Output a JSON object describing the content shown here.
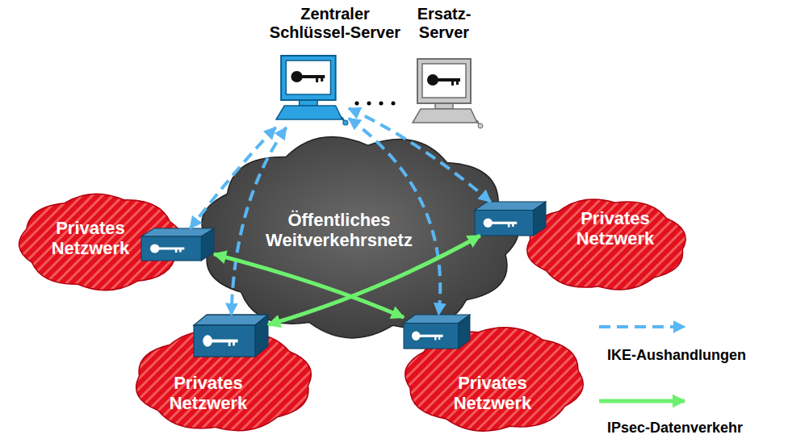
{
  "diagram": {
    "nodes": [
      {
        "text": [
          "Zentraler Schlüssel-Server"
        ]
      },
      {
        "text": [
          "Ersatz-Server"
        ]
      },
      {
        "text": [
          "Öffentliches Weitverkehrsnetz"
        ]
      },
      {
        "text": [
          "Privates Netzwerk"
        ]
      },
      {
        "text": [
          "Privates Netzwerk"
        ]
      },
      {
        "text": [
          "Privates Netzwerk"
        ]
      },
      {
        "text": [
          "Privates Netzwerk"
        ]
      }
    ],
    "edges": [
      {
        "from": 0,
        "to": 3,
        "arrow": "both"
      },
      {
        "from": 0,
        "to": 4,
        "arrow": "both"
      },
      {
        "from": 0,
        "to": 5,
        "arrow": "both"
      },
      {
        "from": 0,
        "to": 6,
        "arrow": "both"
      },
      {
        "from": 3,
        "to": 6,
        "arrow": "both"
      },
      {
        "from": 5,
        "to": 4,
        "arrow": "both"
      }
    ],
    "legend": [
      {
        "text": "IKE-Aushandlungen"
      },
      {
        "text": "IPsec-Datenverkehr"
      }
    ]
  }
}
